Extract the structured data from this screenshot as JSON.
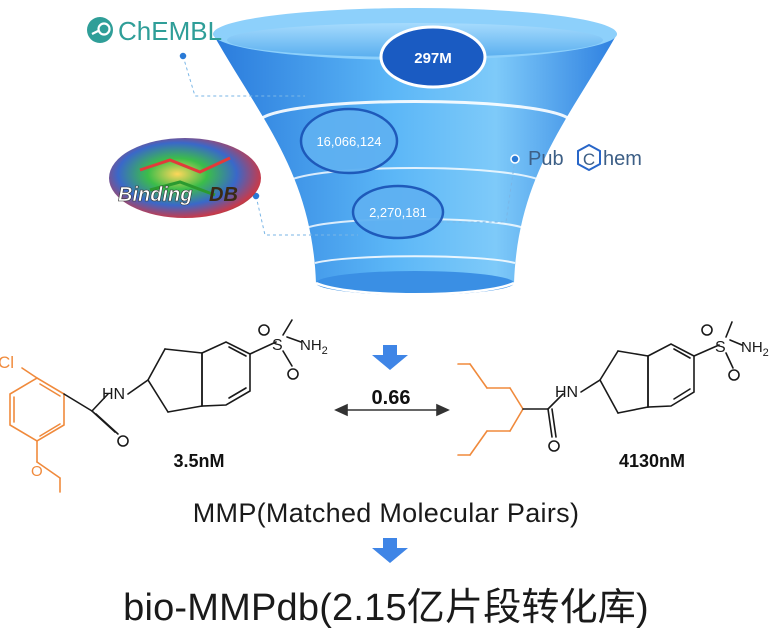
{
  "sources": {
    "chembl": {
      "name": "ChEMBL",
      "color": "#2f9e98"
    },
    "bindingdb": {
      "name_left": "Binding",
      "name_right": "DB"
    },
    "pubchem": {
      "prefix": "Pub",
      "letter": "C",
      "suffix": "hem",
      "color": "#3d5f86",
      "accent": "#2866c8"
    }
  },
  "funnel": {
    "total": "297M",
    "bindingdb_count": "16,066,124",
    "pubchem_count": "2,270,181",
    "colors": {
      "light": "#8fd0fb",
      "mid": "#48a4ef",
      "dark": "#2371d6",
      "highlight_fill": "#1a5bc2"
    }
  },
  "pair": {
    "left_value": "3.5nM",
    "right_value": "4130nM",
    "delta": "0.66",
    "atoms": {
      "cl": "Cl",
      "hn": "HN",
      "nh2": "NH2",
      "s": "S",
      "o": "O"
    },
    "colors": {
      "scaffold": "#1a1a1a",
      "variable": "#f08a3c",
      "arrow": "#3f85e6"
    }
  },
  "caption": "MMP(Matched Molecular Pairs)",
  "database": "bio-MMPdb(2.15亿片段转化库)"
}
